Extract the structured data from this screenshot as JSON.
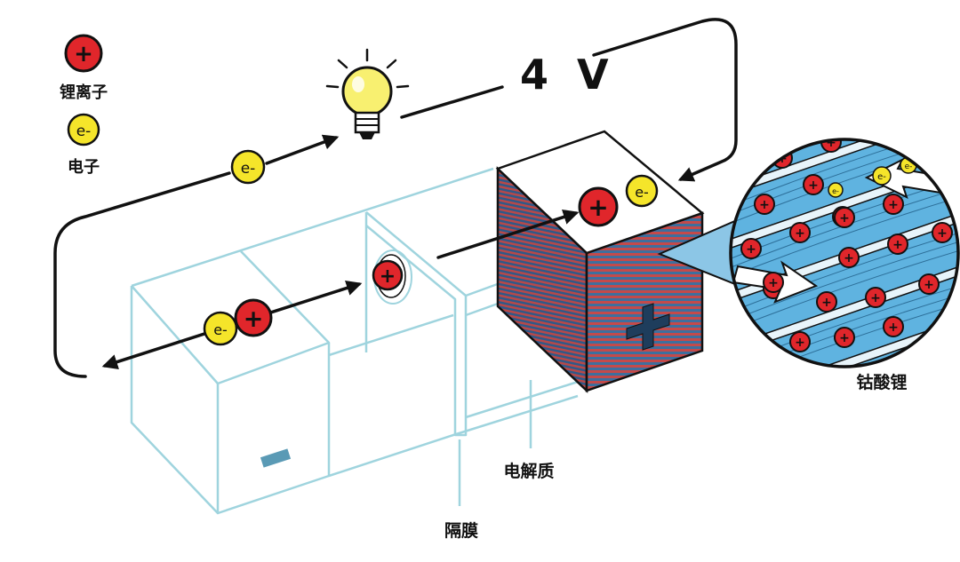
{
  "legend": {
    "ion_symbol": "+",
    "ion_label": "锂离子",
    "electron_symbol": "e-",
    "electron_label": "电子"
  },
  "labels": {
    "voltage": "4 V",
    "cathode_material": "钴酸锂",
    "electrolyte": "电解质",
    "separator": "隔膜",
    "anode_sign": "−",
    "cathode_sign": "+"
  },
  "colors": {
    "ion_red": "#e0262b",
    "electron_yellow": "#f5e52a",
    "outline_blue": "#9fd4de",
    "cathode_stripe_blue": "#3e6f9e",
    "cathode_stripe_red": "#c44a4a",
    "zoom_blue": "#5fb3e0",
    "bulb_yellow": "#f8f070"
  },
  "icons": {
    "bulb": "light-bulb-icon",
    "ion": "lithium-ion-icon",
    "electron": "electron-icon"
  }
}
